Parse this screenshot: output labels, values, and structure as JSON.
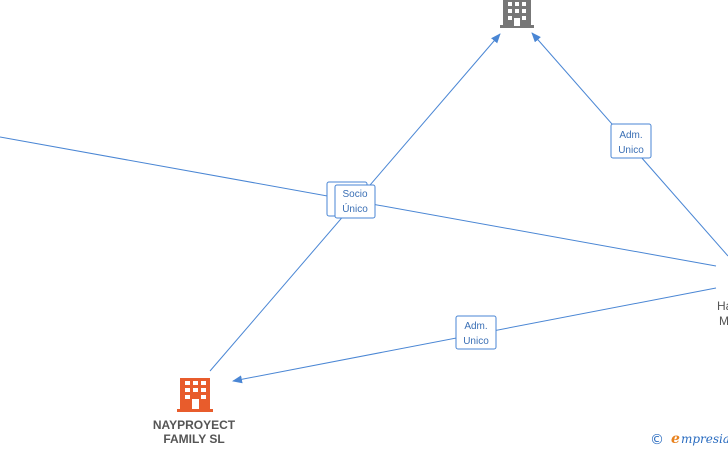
{
  "nodes": [
    {
      "id": "top-company",
      "lines": [],
      "color": "#777777"
    },
    {
      "id": "nayproyect",
      "lines": [
        "NAYPROYECT",
        "FAMILY  SL"
      ],
      "color": "#e85c2c"
    },
    {
      "id": "right-person",
      "lines": [
        "Ha",
        "M"
      ],
      "color": "#777777"
    }
  ],
  "edges": [
    {
      "id": "left-offscreen-to-right",
      "label": []
    },
    {
      "id": "socio-unico",
      "label": [
        "Socio",
        "Único"
      ]
    },
    {
      "id": "adm-unico-top",
      "label": [
        "Adm.",
        "Unico"
      ]
    },
    {
      "id": "adm-unico-bottom",
      "label": [
        "Adm.",
        "Unico"
      ]
    }
  ],
  "colors": {
    "edge": "#4a86d4",
    "building_gray": "#777777",
    "building_orange": "#e85c2c",
    "brand_blue": "#2a6cc0",
    "brand_orange": "#e8821e"
  },
  "watermark": {
    "symbol": "©",
    "e_letter": "e",
    "rest": "mpresia"
  }
}
